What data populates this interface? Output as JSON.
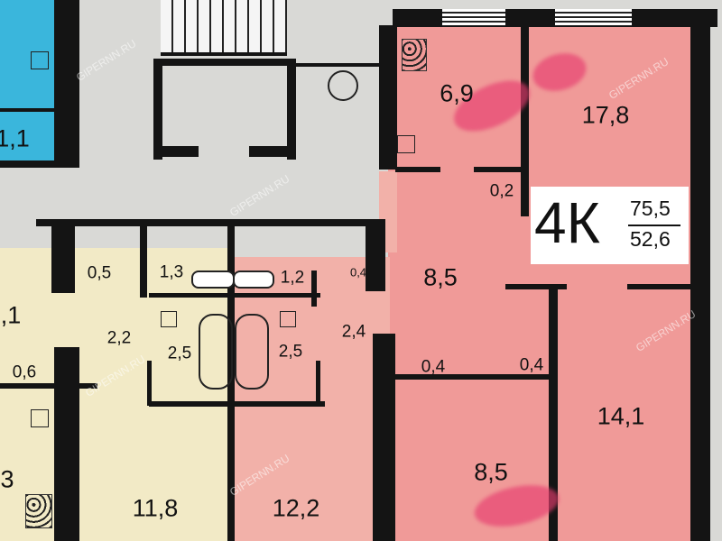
{
  "plan": {
    "apartment_type": "4К",
    "total_area": "75,5",
    "living_area": "52,6",
    "watermark": "GIPERNN.RU",
    "colors": {
      "pink_main": "#f09a98",
      "pink_light": "#f2b1a9",
      "neighbor_blue": "#3ab6dc",
      "neighbor_yellow": "#f2eac6",
      "common_area": "#d9d9d6",
      "wall": "#141414"
    },
    "rooms": [
      {
        "label": "6,9"
      },
      {
        "label": "17,8"
      },
      {
        "label": "0,2"
      },
      {
        "label": "8,5"
      },
      {
        "label": "0,4"
      },
      {
        "label": "1,2"
      },
      {
        "label": "2,4"
      },
      {
        "label": "2,5"
      },
      {
        "label": "0,4"
      },
      {
        "label": "0,4"
      },
      {
        "label": "14,1"
      },
      {
        "label": "8,5"
      },
      {
        "label": "12,2"
      },
      {
        "label": "0,5"
      },
      {
        "label": "1,3"
      },
      {
        "label": "2,2"
      },
      {
        "label": "2,5"
      },
      {
        "label": "11,8"
      },
      {
        "label": ",1"
      },
      {
        "label": "0,6"
      },
      {
        "label": "3"
      },
      {
        "label": "1,1"
      }
    ]
  }
}
